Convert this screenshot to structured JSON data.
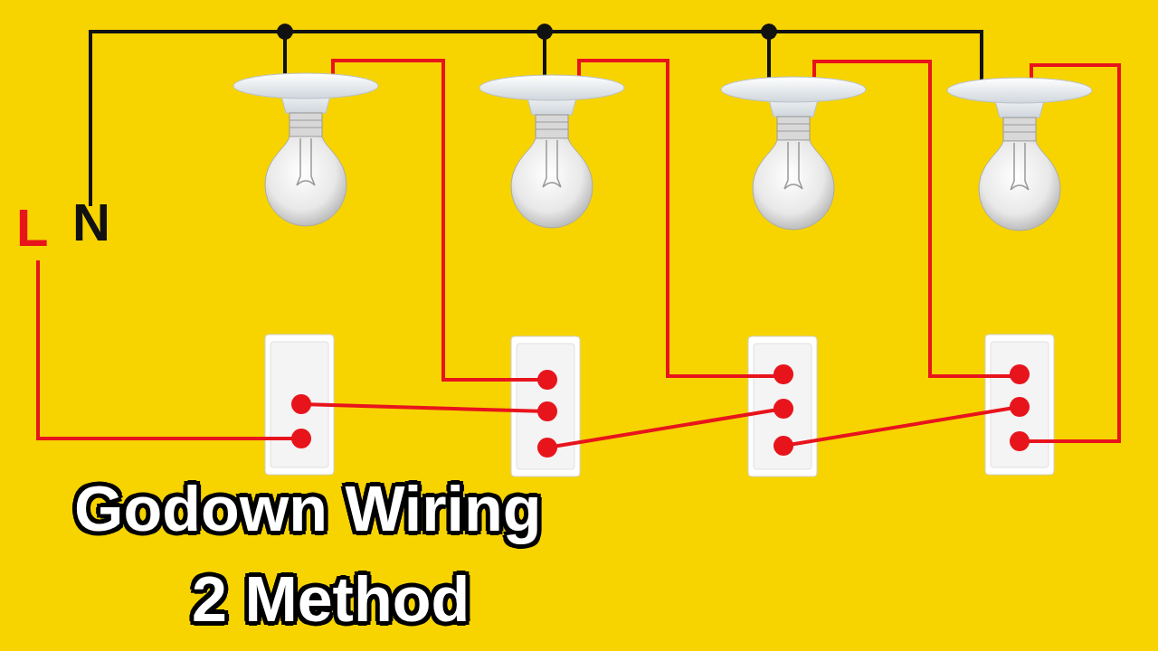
{
  "diagram": {
    "title": "Godown Wiring",
    "caption": "2 Method",
    "labels": [
      "L",
      "N"
    ]
  }
}
